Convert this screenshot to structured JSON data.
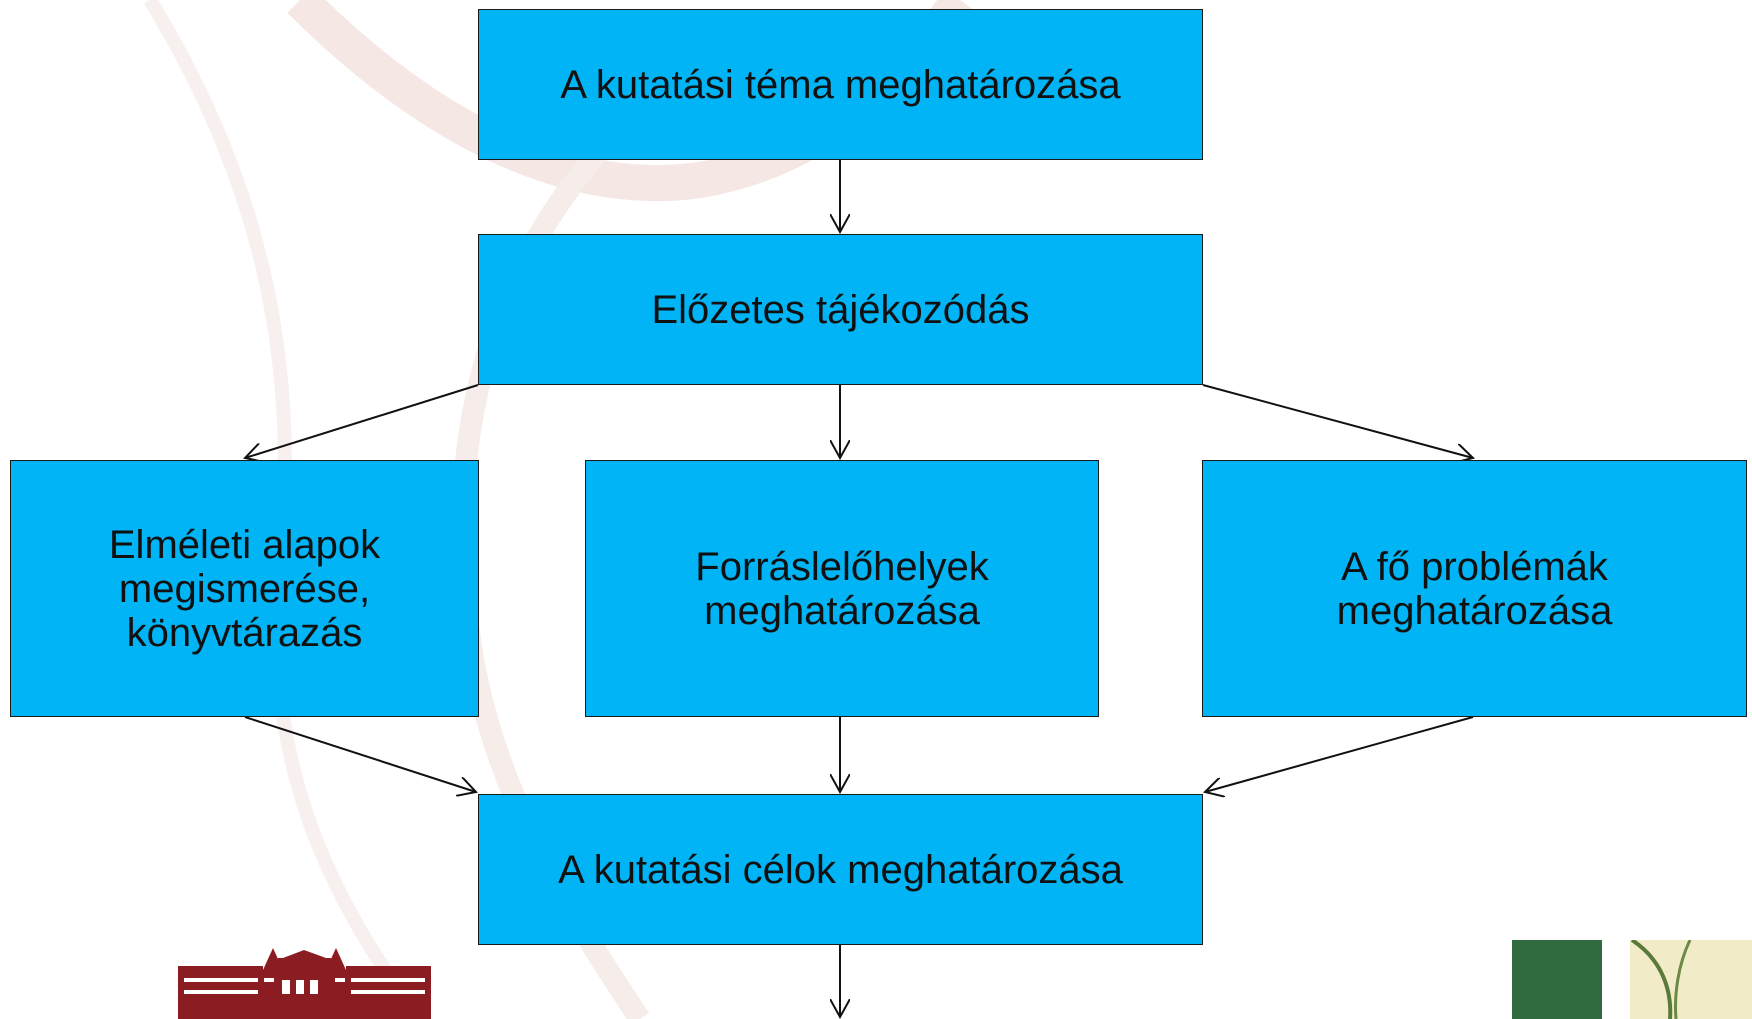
{
  "diagram": {
    "nodes": {
      "topic": "A kutatási téma meghatározása",
      "preliminary": "Előzetes tájékozódás",
      "theory": "Elméleti alapok megismerése, könyvtárazás",
      "sources": "Forráslelőhelyek meghatározása",
      "problems": "A fő problémák meghatározása",
      "goals": "A kutatási célok meghatározása"
    },
    "edges": [
      [
        "topic",
        "preliminary"
      ],
      [
        "preliminary",
        "theory"
      ],
      [
        "preliminary",
        "sources"
      ],
      [
        "preliminary",
        "problems"
      ],
      [
        "theory",
        "goals"
      ],
      [
        "sources",
        "goals"
      ],
      [
        "problems",
        "goals"
      ],
      [
        "goals",
        "next"
      ]
    ]
  },
  "colors": {
    "box_fill": "#00b4f5",
    "box_border": "#1a1a1a",
    "swoosh": "#f4e7e4",
    "logo_left": "#8b1c22",
    "logo_right_green": "#2f6b3e",
    "logo_right_cream": "#f1ebc8"
  },
  "logos": {
    "left": "university-building-logo",
    "right": "green-leaf-logo"
  }
}
